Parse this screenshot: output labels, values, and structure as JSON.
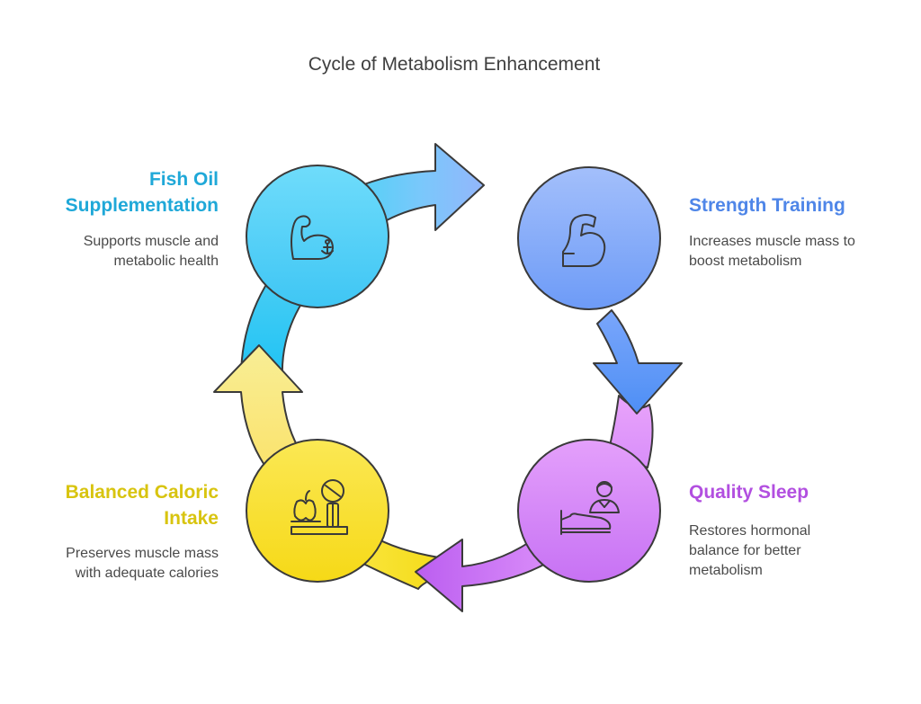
{
  "title": "Cycle of Metabolism Enhancement",
  "colors": {
    "fish_oil": "#1fa8d8",
    "strength": "#4f86e8",
    "sleep": "#b24fe0",
    "caloric": "#d8c40f",
    "outline": "#3a3a3a"
  },
  "steps": [
    {
      "id": "fish-oil",
      "title_lines": [
        "Fish Oil",
        "Supplementation"
      ],
      "desc_lines": [
        "Supports muscle and",
        "metabolic health"
      ],
      "icon": "flexed-arm-anchor-icon"
    },
    {
      "id": "strength",
      "title_lines": [
        "Strength Training"
      ],
      "desc_lines": [
        "Increases muscle mass to",
        "boost metabolism"
      ],
      "icon": "flexed-bicep-icon"
    },
    {
      "id": "sleep",
      "title_lines": [
        "Quality Sleep"
      ],
      "desc_lines": [
        "Restores hormonal",
        "balance for better",
        "metabolism"
      ],
      "icon": "person-sleeping-bed-icon"
    },
    {
      "id": "caloric",
      "title_lines": [
        "Balanced Caloric",
        "Intake"
      ],
      "desc_lines": [
        "Preserves muscle mass",
        "with adequate calories"
      ],
      "icon": "apple-on-scale-icon"
    }
  ]
}
